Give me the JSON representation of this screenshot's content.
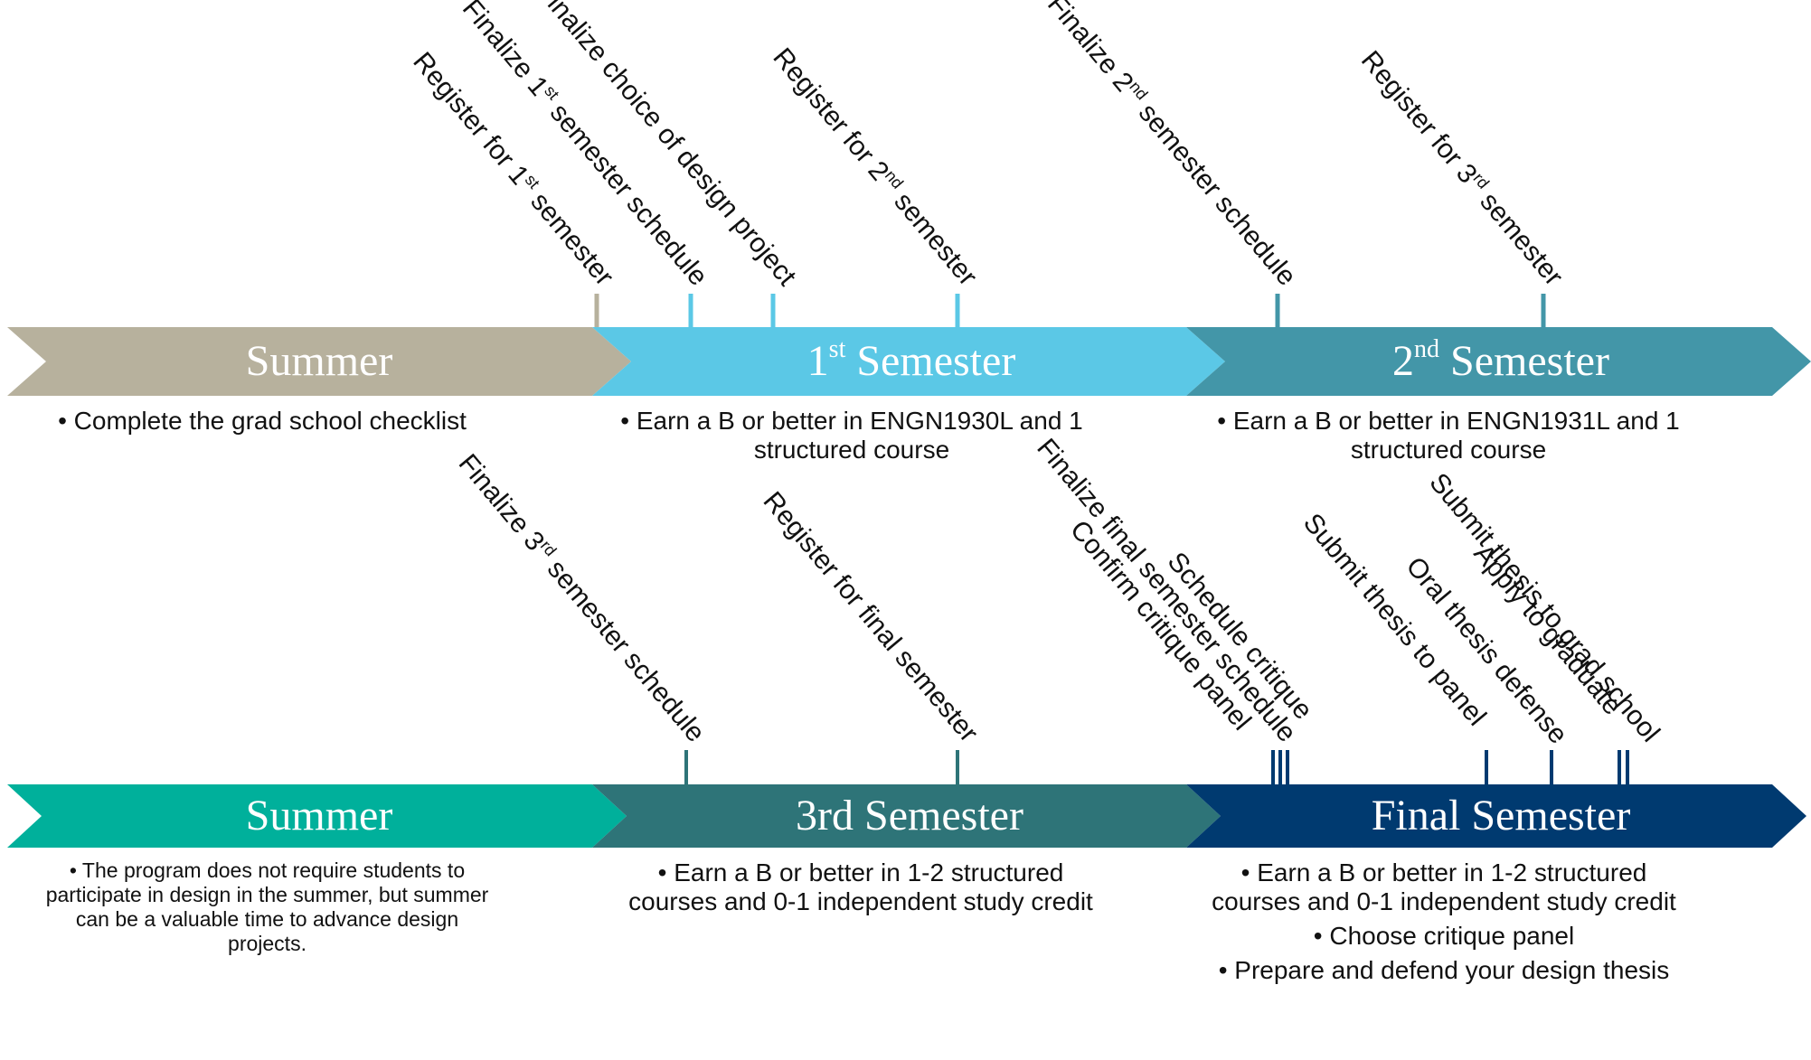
{
  "top_row": {
    "segments": [
      {
        "title_main": "Summer",
        "title_sup": "",
        "title_rest": "",
        "color": "#b7b19d",
        "desc": [
          "• Complete the grad school checklist"
        ]
      },
      {
        "title_main": "1",
        "title_sup": "st",
        "title_rest": " Semester",
        "color": "#5bc8e6",
        "desc": [
          "• Earn a B or better in ENGN1930L and 1",
          "structured course"
        ]
      },
      {
        "title_main": "2",
        "title_sup": "nd",
        "title_rest": " Semester",
        "color": "#4396a8",
        "desc": [
          "• Earn a B or better in ENGN1931L and 1",
          "structured course"
        ]
      }
    ],
    "milestones": [
      {
        "a": "Register for 1",
        "sup": "st",
        "b": " semester",
        "color": "#b7b19d"
      },
      {
        "a": "Finalize 1",
        "sup": "st",
        "b": " semester schedule",
        "color": "#5bc8e6"
      },
      {
        "a": "Finalize choice of design project",
        "sup": "",
        "b": "",
        "color": "#5bc8e6"
      },
      {
        "a": "Register for 2",
        "sup": "nd",
        "b": " semester",
        "color": "#5bc8e6"
      },
      {
        "a": "Finalize 2",
        "sup": "nd",
        "b": " semester schedule",
        "color": "#4396a8"
      },
      {
        "a": "Register for 3",
        "sup": "rd",
        "b": " semester",
        "color": "#4396a8"
      }
    ]
  },
  "bottom_row": {
    "segments": [
      {
        "title_main": "Summer",
        "title_sup": "",
        "title_rest": "",
        "color": "#00b09b",
        "desc": [
          "• The program does not require students to",
          "participate in design in the summer, but summer",
          "can be a valuable time to advance design",
          "projects."
        ]
      },
      {
        "title_main": "3rd Semester",
        "title_sup": "",
        "title_rest": "",
        "color": "#2e7478",
        "desc": [
          "• Earn a B or better in 1-2 structured",
          "courses and 0-1 independent study credit"
        ]
      },
      {
        "title_main": "Final Semester",
        "title_sup": "",
        "title_rest": "",
        "color": "#003a70",
        "desc": [
          "• Earn a B or better in 1-2 structured",
          "courses and 0-1 independent study credit",
          "• Choose critique panel",
          "• Prepare and defend your design thesis"
        ]
      }
    ],
    "milestones": [
      {
        "a": "Finalize 3",
        "sup": "rd",
        "b": " semester schedule",
        "color": "#2e7478"
      },
      {
        "a": "Register for final semester",
        "sup": "",
        "b": "",
        "color": "#2e7478"
      },
      {
        "a": "Finalize final semester schedule",
        "sup": "",
        "b": "",
        "color": "#003a70"
      },
      {
        "a": "Confirm critique panel",
        "sup": "",
        "b": "",
        "color": "#003a70"
      },
      {
        "a": "Schedule critique",
        "sup": "",
        "b": "",
        "color": "#003a70"
      },
      {
        "a": "Submit thesis to panel",
        "sup": "",
        "b": "",
        "color": "#003a70"
      },
      {
        "a": "Oral thesis defense",
        "sup": "",
        "b": "",
        "color": "#003a70"
      },
      {
        "a": "Apply to graduate",
        "sup": "",
        "b": "",
        "color": "#003a70"
      },
      {
        "a": "Submit thesis to grad school",
        "sup": "",
        "b": "",
        "color": "#003a70"
      }
    ]
  }
}
